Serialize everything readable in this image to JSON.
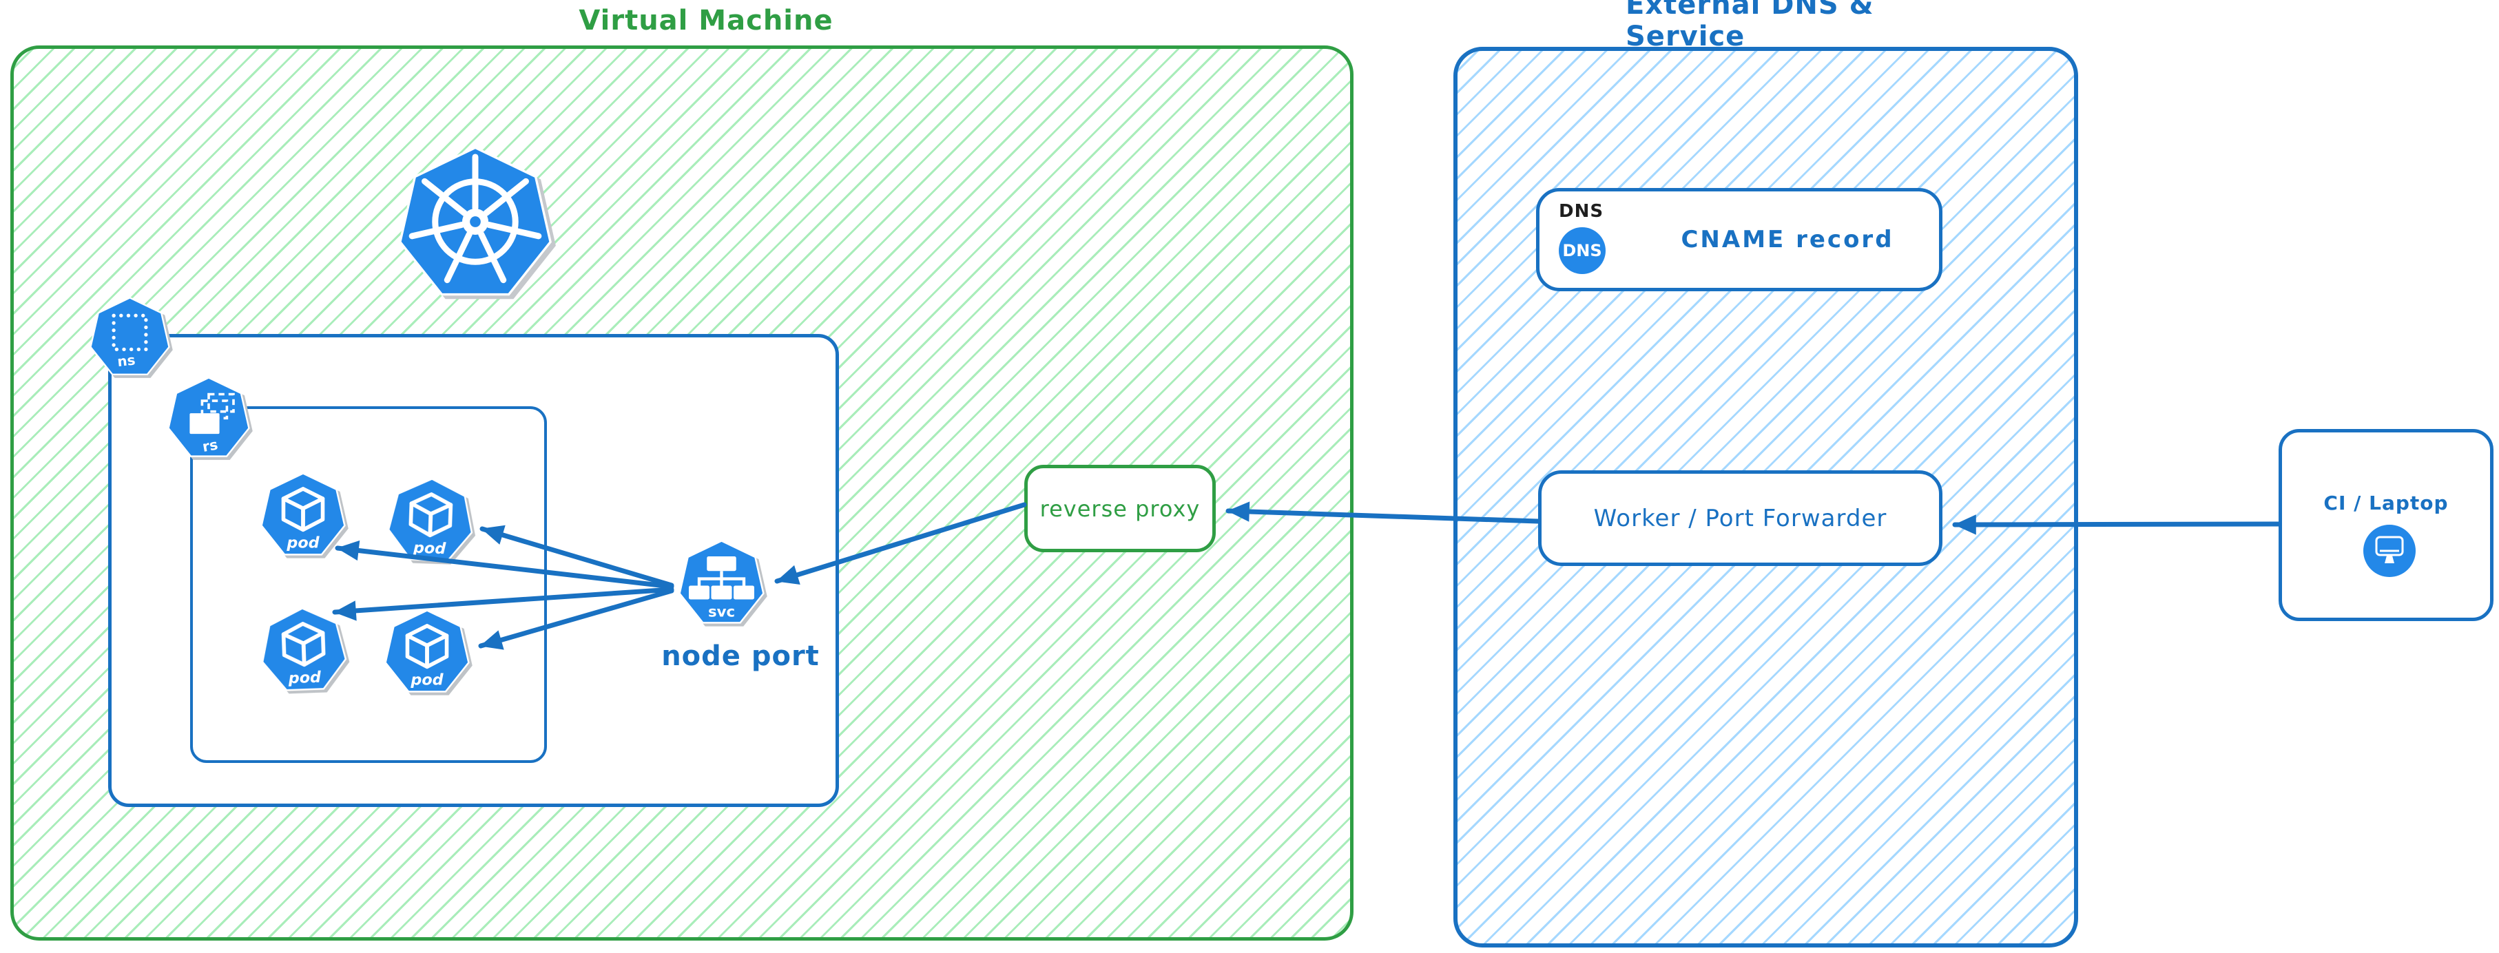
{
  "vm_group": {
    "title": "Virtual Machine",
    "node_port_label": "node port",
    "reverse_proxy_label": "reverse proxy",
    "icon_labels": {
      "namespace": "ns",
      "replicaset": "rs",
      "pod": "pod",
      "service": "svc"
    }
  },
  "external_group": {
    "title": "External DNS & Service",
    "dns_card": {
      "tag": "DNS",
      "badge": "DNS",
      "label": "CNAME record"
    },
    "worker_label": "Worker / Port Forwarder"
  },
  "client_card": {
    "label": "CI / Laptop"
  },
  "colors": {
    "green_border": "#2f9e44",
    "green_hatch": "#a9edba",
    "blue_border": "#1971c2",
    "blue_hatch": "#a5d8ff",
    "icon_blue": "#2388e8",
    "tag_black": "#1e1e1e"
  }
}
